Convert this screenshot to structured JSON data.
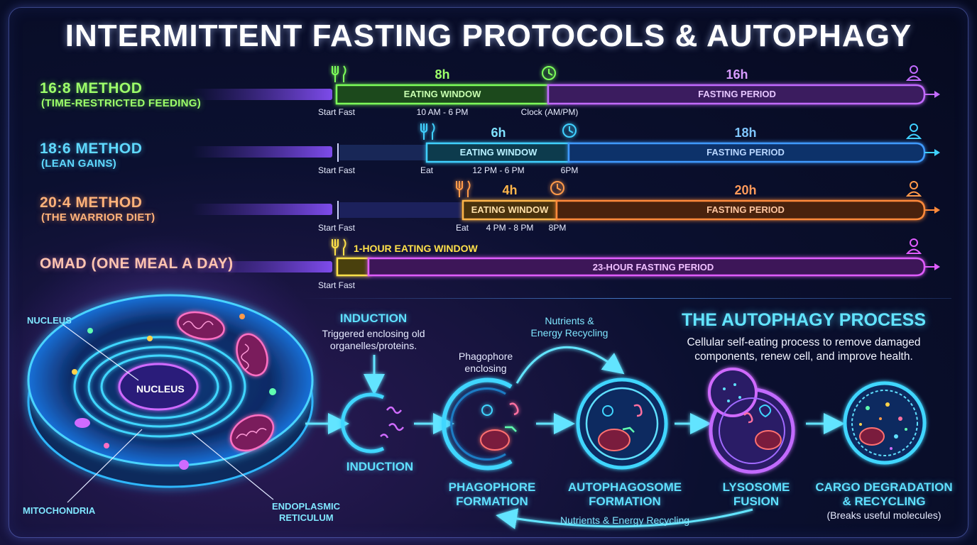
{
  "title": "INTERMITTENT FASTING PROTOCOLS & AUTOPHAGY",
  "methods": [
    {
      "name": "16:8 METHOD",
      "subtitle": "(TIME-RESTRICTED FEEDING)",
      "eating_hours": "8h",
      "fasting_hours": "16h",
      "eating_label": "EATING WINDOW",
      "fasting_label": "FASTING PERIOD",
      "labels": [
        "Start Fast",
        "10 AM - 6 PM",
        "Clock (AM/PM)"
      ]
    },
    {
      "name": "18:6 METHOD",
      "subtitle": "(LEAN GAINS)",
      "eating_hours": "6h",
      "fasting_hours": "18h",
      "eating_label": "EATING WINDOW",
      "fasting_label": "FASTING PERIOD",
      "labels": [
        "Start Fast",
        "Eat",
        "12 PM - 6 PM",
        "6PM"
      ]
    },
    {
      "name": "20:4 METHOD",
      "subtitle": "(THE WARRIOR DIET)",
      "eating_hours": "4h",
      "fasting_hours": "20h",
      "eating_label": "EATING WINDOW",
      "fasting_label": "FASTING PERIOD",
      "labels": [
        "Start Fast",
        "Eat",
        "4 PM - 8 PM",
        "8PM"
      ]
    },
    {
      "name": "OMAD (ONE MEAL A DAY)",
      "eating_label": "1-HOUR EATING WINDOW",
      "fasting_label": "23-HOUR FASTING PERIOD",
      "labels": [
        "Start Fast"
      ]
    }
  ],
  "colors": {
    "green": "#7dff5a",
    "cyan": "#3fd0ff",
    "orange": "#ff9a4a",
    "yellow": "#ffe14a",
    "purple": "#c26bff",
    "magenta": "#e05cff"
  },
  "cell": {
    "labels": [
      "NUCLEUS",
      "NUCLEUS",
      "MITOCHONDRIA",
      "ENDOPLASMIC",
      "RETICULUM"
    ]
  },
  "process": {
    "title": "THE AUTOPHAGY PROCESS",
    "description": "Cellular self-eating process to remove damaged components, renew cell, and improve health.",
    "induction_title": "INDUCTION",
    "induction_desc": [
      "Triggered enclosing old",
      "organelles/proteins."
    ],
    "induction_label": "INDUCTION",
    "phagophore_note": [
      "Phagophore",
      "enclosing"
    ],
    "recycling_top": [
      "Nutrients &",
      "Energy Recycling"
    ],
    "recycling_bottom": "Nutrients & Energy Recycling",
    "stages": [
      {
        "line1": "PHAGOPHORE",
        "line2": "FORMATION"
      },
      {
        "line1": "AUTOPHAGOSOME",
        "line2": "FORMATION"
      },
      {
        "line1": "LYSOSOME",
        "line2": "FUSION"
      },
      {
        "line1": "CARGO DEGRADATION",
        "line2": "& RECYCLING"
      }
    ],
    "cargo_note": "(Breaks useful molecules)"
  },
  "icons": [
    "fork-knife-icon",
    "clock-icon",
    "person-icon",
    "arrow-right-icon"
  ]
}
